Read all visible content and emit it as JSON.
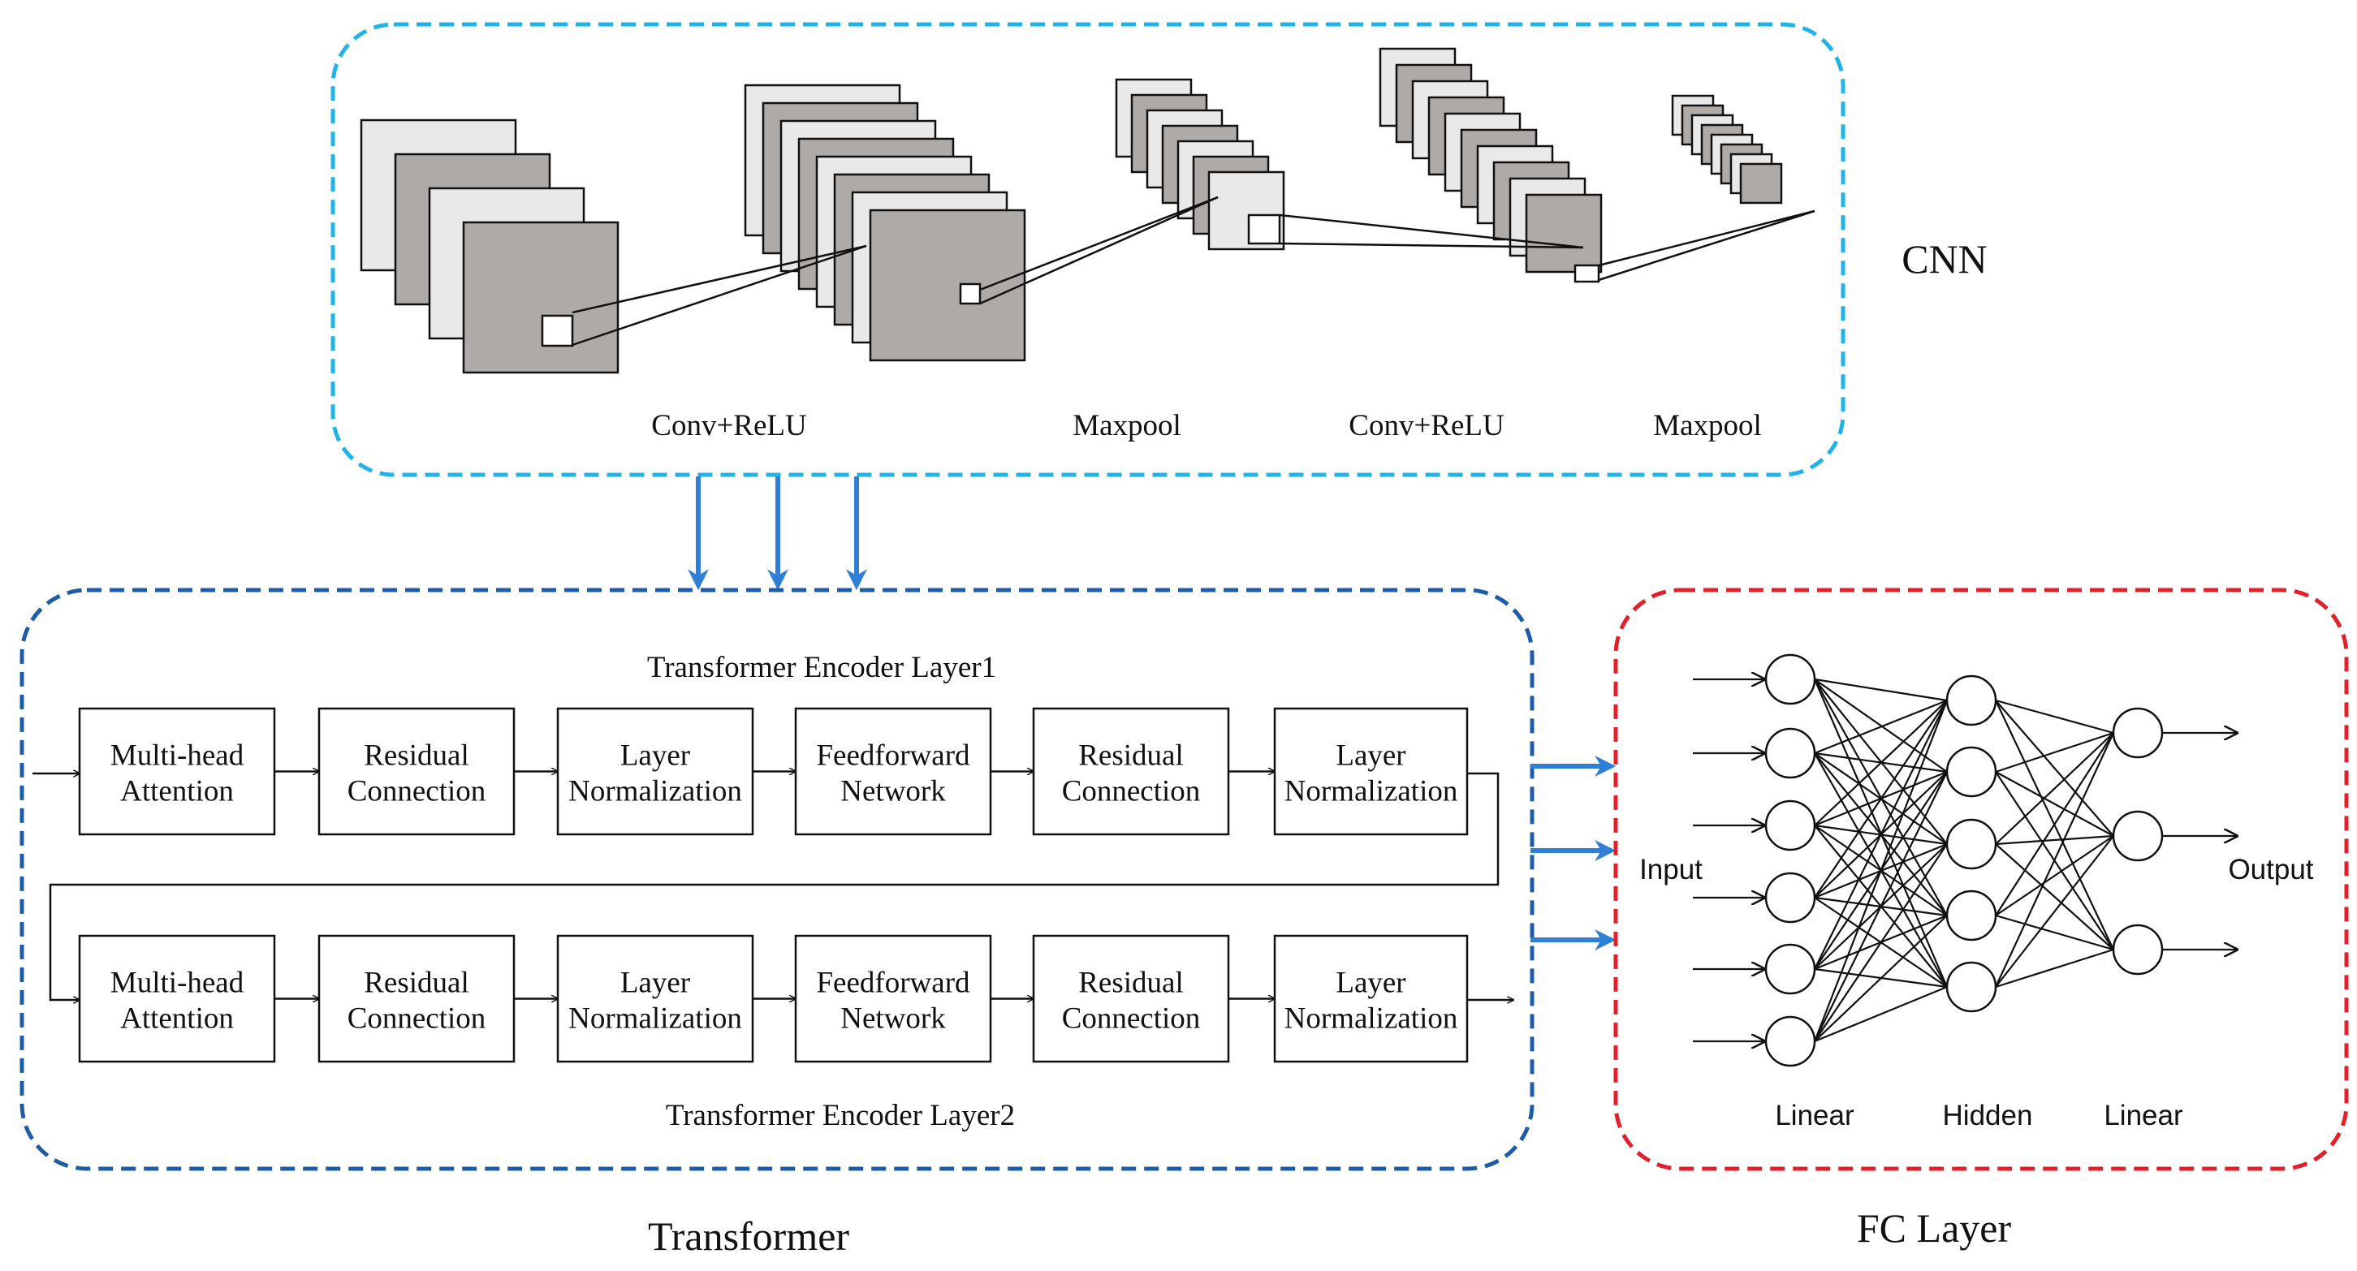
{
  "colors": {
    "cnn_border": "#1fb3e8",
    "transformer_border": "#1f5ca8",
    "fc_border": "#e0202b",
    "arrow_blue": "#2f7fd6",
    "feature_map_dark": "#aeaaa8",
    "feature_map_light": "#e9e9e9"
  },
  "cnn": {
    "title": "CNN",
    "stage_labels": [
      "Conv+ReLU",
      "Maxpool",
      "Conv+ReLU",
      "Maxpool"
    ]
  },
  "transformer": {
    "title": "Transformer",
    "layer1_title": "Transformer Encoder Layer1",
    "layer2_title": "Transformer Encoder Layer2",
    "layer1_blocks": [
      [
        "Multi-head",
        "Attention"
      ],
      [
        "Residual",
        "Connection"
      ],
      [
        "Layer",
        "Normalization"
      ],
      [
        "Feedforward",
        "Network"
      ],
      [
        "Residual",
        "Connection"
      ],
      [
        "Layer",
        "Normalization"
      ]
    ],
    "layer2_blocks": [
      [
        "Multi-head",
        "Attention"
      ],
      [
        "Residual",
        "Connection"
      ],
      [
        "Layer",
        "Normalization"
      ],
      [
        "Feedforward",
        "Network"
      ],
      [
        "Residual",
        "Connection"
      ],
      [
        "Layer",
        "Normalization"
      ]
    ]
  },
  "fc": {
    "title": "FC Layer",
    "input_label": "Input",
    "output_label": "Output",
    "layer_labels": [
      "Linear",
      "Hidden",
      "Linear"
    ],
    "neurons": [
      6,
      5,
      3
    ]
  }
}
